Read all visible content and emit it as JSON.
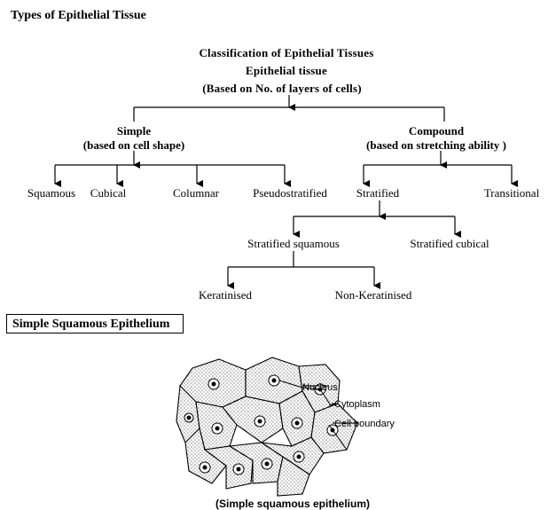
{
  "page": {
    "title": "Types of Epithelial Tissue",
    "section_heading": "Simple Squamous Epithelium"
  },
  "classification": {
    "heading": "Classification of Epithelial Tissues",
    "root": "Epithelial tissue",
    "root_note": "(Based on No. of layers of cells)",
    "simple": {
      "label": "Simple",
      "note": "(based on cell shape)"
    },
    "compound": {
      "label": "Compound",
      "note": "(based on stretching ability )"
    },
    "simple_types": [
      "Squamous",
      "Cubical",
      "Columnar",
      "Pseudostratified"
    ],
    "compound_types": [
      "Stratified",
      "Transitional"
    ],
    "stratified_types": [
      "Stratified squamous",
      "Stratified cubical"
    ],
    "squamous_types": [
      "Keratinised",
      "Non-Keratinised"
    ]
  },
  "figure": {
    "labels": [
      "Nucleus",
      "Cytoplasm",
      "Cell boundary"
    ],
    "caption": "(Simple squamous epithelium)"
  }
}
